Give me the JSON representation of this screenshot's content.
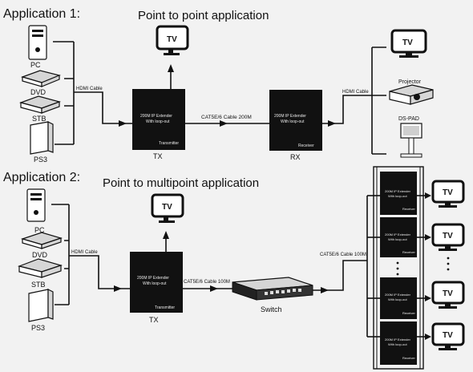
{
  "app1": {
    "heading": "Application 1:",
    "title": "Point to point application",
    "sources": [
      "PC",
      "DVD",
      "STB",
      "PS3"
    ],
    "hdmi_label": "HDMI Cable",
    "tv": "TV",
    "tx": {
      "line1": "200M IP Extender",
      "line2": "With loop-out",
      "role": "Transmitter",
      "name": "TX"
    },
    "cable_label": "CAT5E/6 Cable 200M",
    "rx": {
      "line1": "200M IP Extender",
      "line2": "With loop-out",
      "role": "Receiver",
      "name": "RX"
    },
    "out_hdmi_label": "HDMI Cable",
    "outputs": [
      "TV",
      "Projector",
      "DS-PAD"
    ]
  },
  "app2": {
    "heading": "Application 2:",
    "title": "Point to multipoint application",
    "sources": [
      "PC",
      "DVD",
      "STB",
      "PS3"
    ],
    "hdmi_label": "HDMI Cable",
    "tv": "TV",
    "tx": {
      "line1": "200M IP Extender",
      "line2": "With loop-out",
      "role": "Transmitter",
      "name": "TX"
    },
    "cable_label": "CAT5E/6 Cable 100M",
    "switch_label": "Switch",
    "out_cable_label": "CAT5E/6 Cable 100M",
    "receivers": [
      {
        "line1": "200M IP Extender",
        "line2": "With loop-out",
        "role": "Receiver"
      },
      {
        "line1": "200M IP Extender",
        "line2": "With loop-out",
        "role": "Receiver"
      },
      {
        "line1": "200M IP Extender",
        "line2": "With loop-out",
        "role": "Receiver"
      },
      {
        "line1": "200M IP Extender",
        "line2": "With loop-out",
        "role": "Receiver"
      }
    ],
    "tvs": [
      "TV",
      "TV",
      "TV",
      "TV"
    ]
  }
}
